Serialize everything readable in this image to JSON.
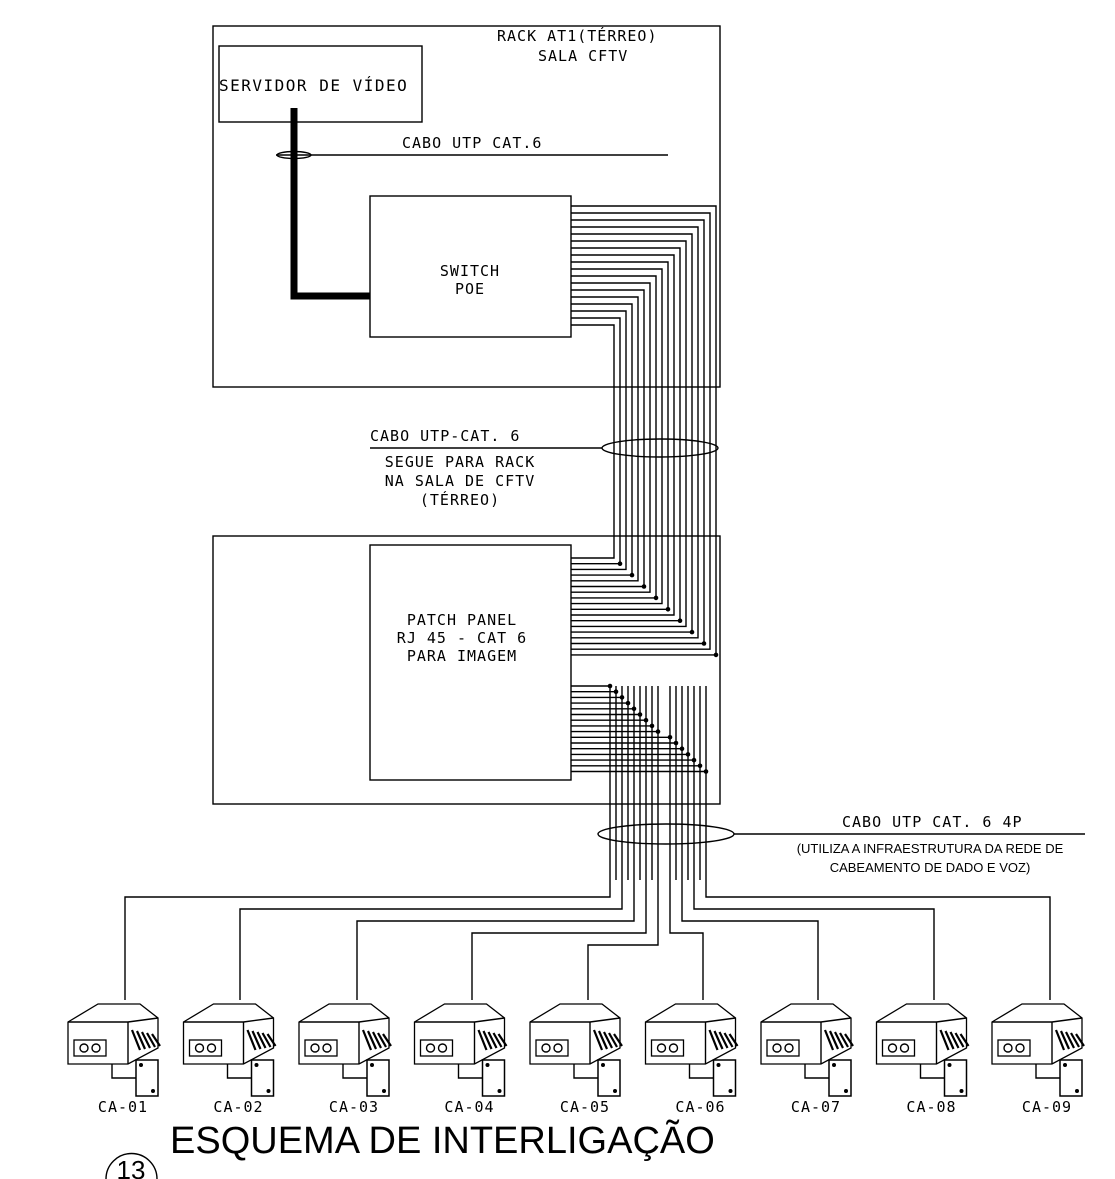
{
  "rack_top": {
    "title_line1": "RACK AT1(TÉRREO)",
    "title_line2": "SALA CFTV"
  },
  "server": {
    "label": "SERVIDOR DE VÍDEO"
  },
  "cable_top": {
    "label": "CABO UTP CAT.6"
  },
  "switch": {
    "line1": "SWITCH",
    "line2": "POE"
  },
  "cable_middle": {
    "title": "CABO UTP-CAT. 6",
    "line1": "SEGUE PARA RACK",
    "line2": "NA SALA DE CFTV",
    "line3": "(TÉRREO)"
  },
  "patch_panel": {
    "line1": "PATCH PANEL",
    "line2": "RJ 45 - CAT 6",
    "line3": "PARA IMAGEM"
  },
  "cable_bottom": {
    "title": "CABO UTP CAT. 6 4P",
    "note_line1": "(UTILIZA A INFRAESTRUTURA DA REDE DE",
    "note_line2": "CABEAMENTO DE DADO E VOZ)"
  },
  "cameras": [
    "CA-01",
    "CA-02",
    "CA-03",
    "CA-04",
    "CA-05",
    "CA-06",
    "CA-07",
    "CA-08",
    "CA-09"
  ],
  "footer": {
    "number": "13",
    "title": "ESQUEMA DE INTERLIGAÇÃO"
  }
}
